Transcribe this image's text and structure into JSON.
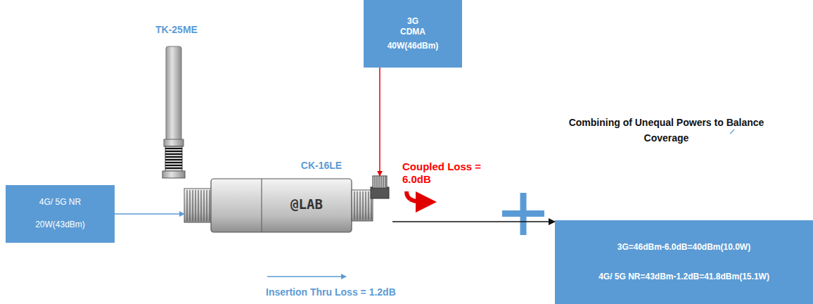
{
  "diagram": {
    "nodes": [
      {
        "text": [
          "4G/ 5G NR",
          "20W(43dBm)"
        ]
      },
      {
        "text": [
          "CK-16LE",
          "@LAB"
        ]
      },
      {
        "text": [
          "3G CDMA",
          "40W(46dBm)"
        ]
      },
      {
        "text": [
          "3G=46dBm-6.0dB=40dBm(10.0W)",
          "4G/ 5G NR=43dBm-1.2dB=41.8dBm(15.1W)"
        ]
      }
    ],
    "edges": [
      {
        "from": 0,
        "to": 1,
        "arrow": "to"
      },
      {
        "from": 2,
        "to": 1,
        "arrow": "to"
      },
      {
        "from": 1,
        "to": 3,
        "arrow": "to"
      }
    ],
    "labels": [
      "TK-25ME",
      "Coupled Loss = 6.0dB",
      "Combining of Unequal Powers to Balance Coverage",
      "Insertion Thru Loss = 1.2dB"
    ]
  }
}
